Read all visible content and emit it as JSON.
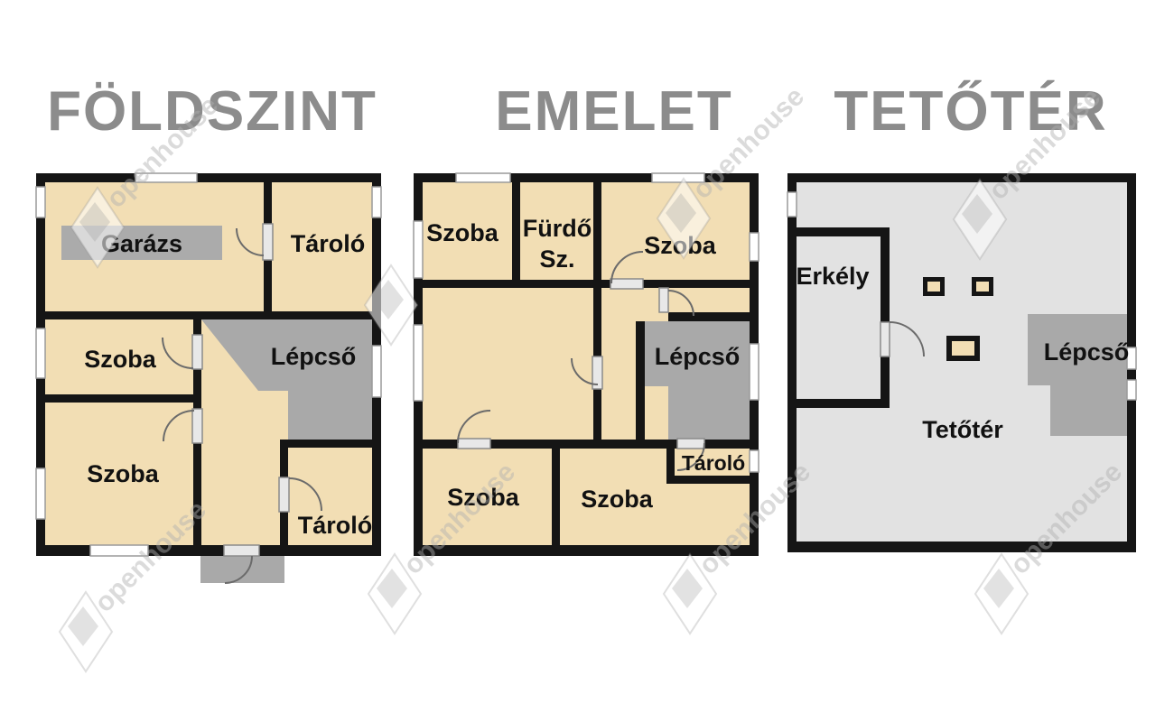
{
  "titles": {
    "ground_floor": "FÖLDSZINT",
    "first_floor": "EMELET",
    "attic": "TETŐTÉR"
  },
  "ground_floor_labels": {
    "garage": "Garázs",
    "storage_top": "Tároló",
    "room_middle": "Szoba",
    "stairs": "Lépcső",
    "room_bottom": "Szoba",
    "storage_bottom": "Tároló"
  },
  "first_floor_labels": {
    "room_top_left": "Szoba",
    "bathroom_line1": "Fürdő",
    "bathroom_line2": "Sz.",
    "room_top_right": "Szoba",
    "stairs": "Lépcső",
    "room_bottom_left": "Szoba",
    "room_bottom_center": "Szoba",
    "storage": "Tároló"
  },
  "attic_labels": {
    "balcony": "Erkély",
    "stairs": "Lépcső",
    "attic_space": "Tetőtér"
  },
  "watermark_text": "openhouse",
  "colors": {
    "room_fill": "#f2deb4",
    "stair_gray": "#a9a9a9",
    "attic_fill": "#e2e2e2",
    "wall": "#151515",
    "garage_label_bg": "#ababab",
    "title_gray": "#8c8c8c"
  }
}
